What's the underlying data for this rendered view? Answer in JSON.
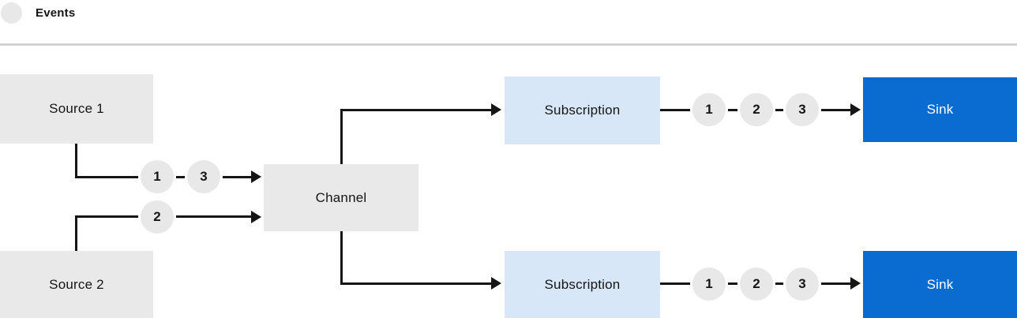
{
  "legend": {
    "label": "Events"
  },
  "nodes": {
    "source1": {
      "label": "Source 1"
    },
    "source2": {
      "label": "Source 2"
    },
    "channel": {
      "label": "Channel"
    },
    "subscription1": {
      "label": "Subscription"
    },
    "subscription2": {
      "label": "Subscription"
    },
    "sink1": {
      "label": "Sink"
    },
    "sink2": {
      "label": "Sink"
    }
  },
  "event_badges": {
    "source1_to_channel": [
      "1",
      "3"
    ],
    "source2_to_channel": [
      "2"
    ],
    "subscription1_to_sink": [
      "1",
      "2",
      "3"
    ],
    "subscription2_to_sink": [
      "1",
      "2",
      "3"
    ]
  },
  "colors": {
    "node_gray": "#e9e9e9",
    "subscription_light_blue": "#d7e7f8",
    "sink_blue": "#0a6cd0",
    "line_dark": "#151515",
    "divider_gray": "#d2d2d2",
    "badge_gray": "#e8e8e8",
    "text_dark": "#151515",
    "text_on_blue": "#ffffff"
  }
}
